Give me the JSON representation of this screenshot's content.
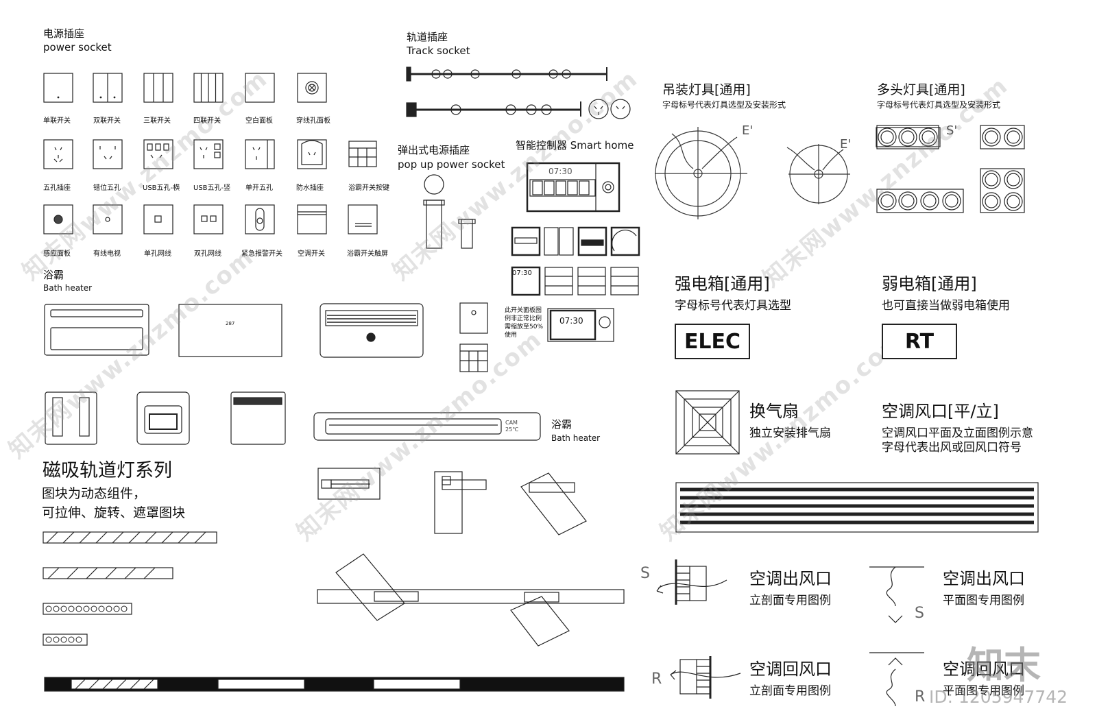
{
  "sections": {
    "power_title_cn": "电源插座",
    "power_title_en": "power socket",
    "track_title_cn": "轨道插座",
    "track_title_en": "Track socket",
    "popup_title_cn": "弹出式电源插座",
    "popup_title_en": "pop up power socket",
    "smart_title": "智能控制器 Smart home",
    "bath_title_cn": "浴霸",
    "bath_title_en": "Bath heater",
    "bath2_title_cn": "浴霸",
    "bath2_title_en": "Bath heater",
    "magnet_title": "磁吸轨道灯系列",
    "magnet_desc1": "图块为动态组件，",
    "magnet_desc2": "可拉伸、旋转、遮罩图块",
    "panel_note": "此开关面板图\n例非正常比例\n需缩放至50%\n使用"
  },
  "socket_labels": {
    "row1": [
      "单联开关",
      "双联开关",
      "三联开关",
      "四联开关",
      "空白面板",
      "穿线孔面板"
    ],
    "row2": [
      "五孔插座",
      "错位五孔",
      "USB五孔-横",
      "USB五孔-竖",
      "单开五孔",
      "防水插座",
      "浴霸开关按键"
    ],
    "row3": [
      "感应面板",
      "有线电视",
      "单孔网线",
      "双孔网线",
      "紧急报警开关",
      "空调开关",
      "浴霸开关触屏"
    ]
  },
  "lights": {
    "pendant_title": "吊装灯具[通用]",
    "pendant_desc": "字母标号代表灯具选型及安装形式",
    "pendant_code": "E'",
    "multi_title": "多头灯具[通用]",
    "multi_desc": "字母标号代表灯具选型及安装形式",
    "multi_code": "S'"
  },
  "boxes": {
    "strong_title": "强电箱[通用]",
    "strong_desc": "字母标号代表灯具选型",
    "strong_code": "ELEC",
    "weak_title": "弱电箱[通用]",
    "weak_desc": "也可直接当做弱电箱使用",
    "weak_code": "RT"
  },
  "hvac": {
    "fan_title": "换气扇",
    "fan_desc": "独立安装排气扇",
    "vent_title": "空调风口[平/立]",
    "vent_desc1": "空调风口平面及立面图例示意",
    "vent_desc2": "字母代表出风或回风口符号",
    "out_elev_title": "空调出风口",
    "out_elev_desc": "立剖面专用图例",
    "out_plan_title": "空调出风口",
    "out_plan_desc": "平面图专用图例",
    "ret_elev_title": "空调回风口",
    "ret_elev_desc": "立剖面专用图例",
    "ret_plan_title": "空调回风口",
    "ret_plan_desc": "平面图专用图例",
    "s_letter": "S",
    "r_letter": "R"
  },
  "device_text": {
    "time1": "07:30",
    "time2": "07:30",
    "time3": "07:30",
    "temp": "25℃",
    "cam": "CAM",
    "num": "287"
  },
  "watermark": {
    "text": "知末网www.znzmo.com",
    "brand": "知末",
    "id": "ID: 1205947742"
  }
}
